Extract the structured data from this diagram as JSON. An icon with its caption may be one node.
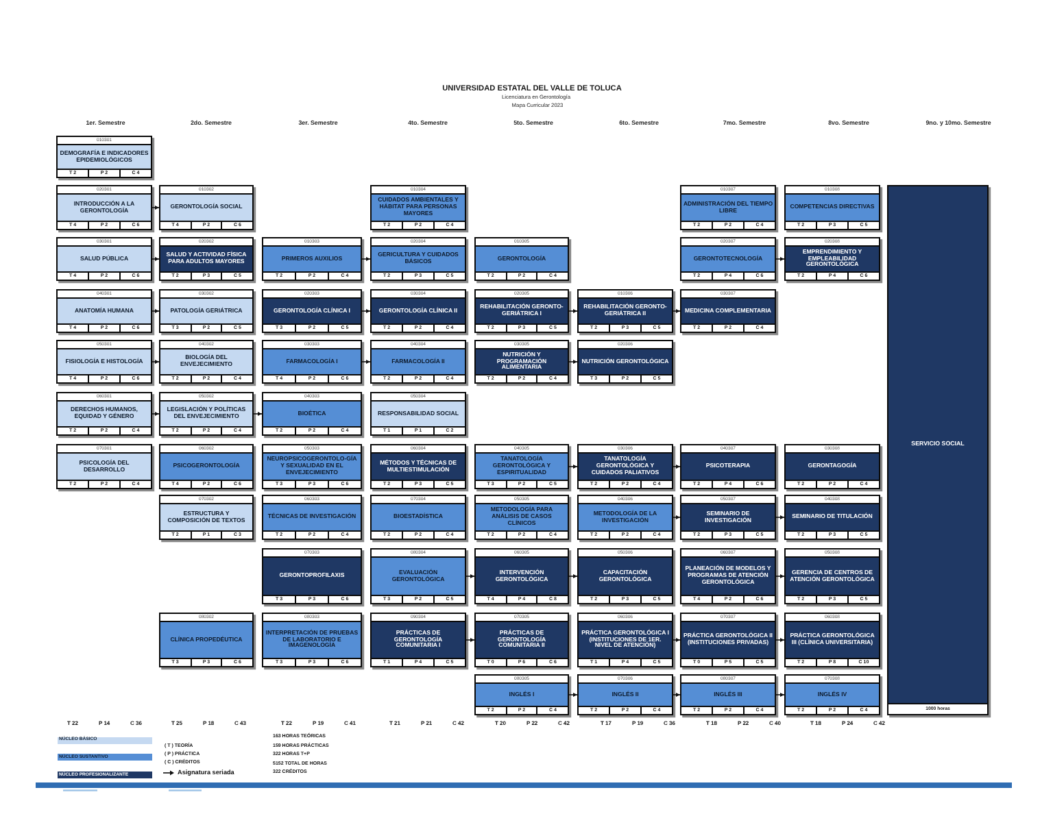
{
  "diagram": {
    "title": "UNIVERSIDAD ESTATAL DEL VALLE DE TOLUCA",
    "nodes": [
      {
        "text": [
          "010301",
          "DEMOGRAFÍA E INDICADORES EPIDEMIOLÓGICOS",
          "T 2",
          "P 2",
          "C 4"
        ]
      },
      {
        "text": [
          "020301",
          "INTRODUCCIÓN A LA GERONTOLOGÍA",
          "T 4",
          "P 2",
          "C 6"
        ]
      },
      {
        "text": [
          "010302",
          "GERONTOLOGÍA SOCIAL",
          "T 4",
          "P 2",
          "C 6"
        ]
      },
      {
        "text": [
          "010304",
          "CUIDADOS AMBIENTALES Y HÁBITAT PARA PERSONAS MAYORES",
          "T 2",
          "P 2",
          "C 4"
        ]
      },
      {
        "text": [
          "010307",
          "ADMINISTRACIÓN DEL TIEMPO LIBRE",
          "T 2",
          "P 2",
          "C 4"
        ]
      },
      {
        "text": [
          "010308",
          "COMPETENCIAS DIRECTIVAS",
          "T 2",
          "P 3",
          "C 5"
        ]
      },
      {
        "text": [
          "030301",
          "SALUD PÚBLICA",
          "T 4",
          "P 2",
          "C 6"
        ]
      },
      {
        "text": [
          "020302",
          "SALUD Y ACTIVIDAD FÍSICA PARA ADULTOS MAYORES",
          "T 2",
          "P 3",
          "C 5"
        ]
      },
      {
        "text": [
          "010303",
          "PRIMEROS AUXILIOS",
          "T 2",
          "P 2",
          "C 4"
        ]
      },
      {
        "text": [
          "020304",
          "GERICULTURA Y CUIDADOS BÁSICOS",
          "T 2",
          "P 3",
          "C 5"
        ]
      },
      {
        "text": [
          "010305",
          "GERONTOLOGÍA",
          "T 2",
          "P 2",
          "C 4"
        ]
      },
      {
        "text": [
          "020307",
          "GERONTOTECNOLOGÍA",
          "T 2",
          "P 4",
          "C 6"
        ]
      },
      {
        "text": [
          "020308",
          "EMPRENDIMIENTO Y EMPLEABILIDAD GERONTOLÓGICA",
          "T 2",
          "P 4",
          "C 6"
        ]
      },
      {
        "text": [
          "040301",
          "ANATOMÍA HUMANA",
          "T 4",
          "P 2",
          "C 6"
        ]
      },
      {
        "text": [
          "030302",
          "PATOLOGÍA GERIÁTRICA",
          "T 3",
          "P 2",
          "C 5"
        ]
      },
      {
        "text": [
          "020303",
          "GERONTOLOGÍA CLÍNICA I",
          "T 3",
          "P 2",
          "C 5"
        ]
      },
      {
        "text": [
          "030304",
          "GERONTOLOGÍA CLÍNICA II",
          "T 2",
          "P 2",
          "C 4"
        ]
      },
      {
        "text": [
          "020305",
          "REHABILITACIÓN GERONTO-GERIÁTRICA I",
          "T 2",
          "P 3",
          "C 5"
        ]
      },
      {
        "text": [
          "010306",
          "REHABILITACIÓN GERONTO-GERIÁTRICA II",
          "T 2",
          "P 3",
          "C 5"
        ]
      },
      {
        "text": [
          "030307",
          "MEDICINA COMPLEMENTARIA",
          "T 2",
          "P 2",
          "C 4"
        ]
      },
      {
        "text": [
          "050301",
          "FISIOLOGÍA E HISTOLOGÍA",
          "T 4",
          "P 2",
          "C 6"
        ]
      },
      {
        "text": [
          "040302",
          "BIOLOGÍA DEL ENVEJECIMIENTO",
          "T 2",
          "P 2",
          "C 4"
        ]
      },
      {
        "text": [
          "030303",
          "FARMACOLOGÍA I",
          "T 4",
          "P 2",
          "C 6"
        ]
      },
      {
        "text": [
          "040304",
          "FARMACOLOGÍA II",
          "T 2",
          "P 2",
          "C 4"
        ]
      },
      {
        "text": [
          "030305",
          "NUTRICIÓN Y PROGRAMACIÓN ALIMENTARIA",
          "T 2",
          "P 2",
          "C 4"
        ]
      },
      {
        "text": [
          "020306",
          "NUTRICIÓN GERONTOLÓGICA",
          "T 3",
          "P 2",
          "C 5"
        ]
      },
      {
        "text": [
          "060301",
          "DERECHOS HUMANOS, EQUIDAD Y GÉNERO",
          "T 2",
          "P 2",
          "C 4"
        ]
      },
      {
        "text": [
          "050302",
          "LEGISLACIÓN Y POLÍTICAS DEL ENVEJECIMIENTO",
          "T 2",
          "P 2",
          "C 4"
        ]
      },
      {
        "text": [
          "040303",
          "BIOÉTICA",
          "T 2",
          "P 2",
          "C 4"
        ]
      },
      {
        "text": [
          "050304",
          "RESPONSABILIDAD SOCIAL",
          "T 1",
          "P 1",
          "C 2"
        ]
      },
      {
        "text": [
          "070301",
          "PSICOLOGÍA DEL DESARROLLO",
          "T 2",
          "P 2",
          "C 4"
        ]
      },
      {
        "text": [
          "060302",
          "PSICOGERONTOLOGÍA",
          "T 4",
          "P 2",
          "C 6"
        ]
      },
      {
        "text": [
          "050303",
          "NEUROPSICOGERONTOLO-GÍA Y SEXUALIDAD EN EL ENVEJECIMIENTO",
          "T 3",
          "P 3",
          "C 6"
        ]
      },
      {
        "text": [
          "060304",
          "MÉTODOS Y TÉCNICAS DE MULTIESTIMULACIÓN",
          "T 2",
          "P 3",
          "C 5"
        ]
      },
      {
        "text": [
          "040305",
          "TANATOLOGÍA GERONTOLÓGICA Y ESPIRITUALIDAD",
          "T 3",
          "P 2",
          "C 5"
        ]
      },
      {
        "text": [
          "030306",
          "TANATOLOGÍA GERONTOLÓGICA Y CUIDADOS PALIATIVOS",
          "T 2",
          "P 2",
          "C 4"
        ]
      },
      {
        "text": [
          "040307",
          "PSICOTERAPIA",
          "T 2",
          "P 4",
          "C 6"
        ]
      },
      {
        "text": [
          "030308",
          "GERONTAGOGÍA",
          "T 2",
          "P 2",
          "C 4"
        ]
      },
      {
        "text": [
          "070302",
          "ESTRUCTURA Y COMPOSICIÓN DE TEXTOS",
          "T 2",
          "P 1",
          "C 3"
        ]
      },
      {
        "text": [
          "060303",
          "TÉCNICAS DE INVESTIGACIÓN",
          "T 2",
          "P 2",
          "C 4"
        ]
      },
      {
        "text": [
          "070304",
          "BIOESTADÍSTICA",
          "T 2",
          "P 2",
          "C 4"
        ]
      },
      {
        "text": [
          "050305",
          "METODOLOGÍA PARA ANÁLISIS DE CASOS CLÍNICOS",
          "T 2",
          "P 2",
          "C 4"
        ]
      },
      {
        "text": [
          "040306",
          "METODOLOGÍA DE LA INVESTIGACIÓN",
          "T 2",
          "P 2",
          "C 4"
        ]
      },
      {
        "text": [
          "050307",
          "SEMINARIO DE INVESTIGACIÓN",
          "T 2",
          "P 3",
          "C 5"
        ]
      },
      {
        "text": [
          "040308",
          "SEMINARIO DE TITULACIÓN",
          "T 2",
          "P 3",
          "C 5"
        ]
      },
      {
        "text": [
          "070303",
          "GERONTOPROFILAXIS",
          "T 3",
          "P 3",
          "C 6"
        ]
      },
      {
        "text": [
          "080304",
          "EVALUACIÓN GERONTOLÓGICA",
          "T 3",
          "P 2",
          "C 5"
        ]
      },
      {
        "text": [
          "060305",
          "INTERVENCIÓN GERONTOLÓGICA",
          "T 4",
          "P 4",
          "C 8"
        ]
      },
      {
        "text": [
          "050306",
          "CAPACITACIÓN GERONTOLÓGICA",
          "T 2",
          "P 3",
          "C 5"
        ]
      },
      {
        "text": [
          "060307",
          "PLANEACIÓN DE MODELOS Y PROGRAMAS DE ATENCIÓN GERONTOLÓGICA",
          "T 4",
          "P 2",
          "C 6"
        ]
      },
      {
        "text": [
          "050308",
          "GERENCIA DE CENTROS DE ATENCIÓN GERONTOLÓGICA",
          "T 2",
          "P 3",
          "C 5"
        ]
      },
      {
        "text": [
          "080302",
          "CLÍNICA PROPEDÉUTICA",
          "T 3",
          "P 3",
          "C 6"
        ]
      },
      {
        "text": [
          "080303",
          "INTERPRETACIÓN DE PRUEBAS DE LABORATORIO E IMAGENOLOGÍA",
          "T 3",
          "P 3",
          "C 6"
        ]
      },
      {
        "text": [
          "090304",
          "PRÁCTICAS DE GERONTOLOGÍA COMUNITARIA I",
          "T 1",
          "P 4",
          "C 5"
        ]
      },
      {
        "text": [
          "070305",
          "PRÁCTICAS DE GERONTOLOGÍA COMUNITARIA II",
          "T 0",
          "P 6",
          "C 6"
        ]
      },
      {
        "text": [
          "060306",
          "PRÁCTICA GERONTOLÓGICA I (INSTITUCIONES DE 1ER. NIVEL DE ATENCIÓN)",
          "T 1",
          "P 4",
          "C 5"
        ]
      },
      {
        "text": [
          "070307",
          "PRÁCTICA GERONTOLÓGICA II (INSTITUCIONES PRIVADAS)",
          "T 0",
          "P 5",
          "C 5"
        ]
      },
      {
        "text": [
          "060308",
          "PRÁCTICA GERONTOLÓGICA III (CLÍNICA UNIVERSITARIA)",
          "T 2",
          "P 8",
          "C 10"
        ]
      },
      {
        "text": [
          "080305",
          "INGLÉS I",
          "T 2",
          "P 2",
          "C 4"
        ]
      },
      {
        "text": [
          "070306",
          "INGLÉS II",
          "T 2",
          "P 2",
          "C 4"
        ]
      },
      {
        "text": [
          "080307",
          "INGLÉS III",
          "T 2",
          "P 2",
          "C 4"
        ]
      },
      {
        "text": [
          "070308",
          "INGLÉS IV",
          "T 2",
          "P 2",
          "C 4"
        ]
      },
      {
        "text": [
          "SERVICIO SOCIAL",
          "1000 horas"
        ]
      }
    ],
    "edges": [
      {
        "from": 1,
        "to": 2,
        "arrow": "to"
      },
      {
        "from": 6,
        "to": 7,
        "arrow": "to"
      },
      {
        "from": 8,
        "to": 9,
        "arrow": "to"
      },
      {
        "from": 11,
        "to": 12,
        "arrow": "to"
      },
      {
        "from": 13,
        "to": 14,
        "arrow": "to"
      },
      {
        "from": 15,
        "to": 16,
        "arrow": "to"
      },
      {
        "from": 17,
        "to": 18,
        "arrow": "to"
      },
      {
        "from": 18,
        "to": 19,
        "arrow": "to"
      },
      {
        "from": 20,
        "to": 21,
        "arrow": "to"
      },
      {
        "from": 22,
        "to": 23,
        "arrow": "to"
      },
      {
        "from": 24,
        "to": 25,
        "arrow": "to"
      },
      {
        "from": 26,
        "to": 27,
        "arrow": "to"
      },
      {
        "from": 27,
        "to": 28,
        "arrow": "to"
      },
      {
        "from": 34,
        "to": 35,
        "arrow": "to"
      },
      {
        "from": 35,
        "to": 36,
        "arrow": "to"
      },
      {
        "from": 42,
        "to": 43,
        "arrow": "to"
      },
      {
        "from": 43,
        "to": 44,
        "arrow": "to"
      },
      {
        "from": 46,
        "to": 47,
        "arrow": "to"
      },
      {
        "from": 47,
        "to": 48,
        "arrow": "to"
      },
      {
        "from": 49,
        "to": 50,
        "arrow": "to"
      },
      {
        "from": 53,
        "to": 54,
        "arrow": "to"
      },
      {
        "from": 55,
        "to": 56,
        "arrow": "to"
      },
      {
        "from": 56,
        "to": 57,
        "arrow": "to"
      },
      {
        "from": 58,
        "to": 59,
        "arrow": "to"
      },
      {
        "from": 59,
        "to": 60,
        "arrow": "to"
      },
      {
        "from": 60,
        "to": 61,
        "arrow": "to"
      }
    ],
    "labels": [
      "Licenciatura en Gerontología",
      "Mapa Curricular 2023",
      "1er. Semestre",
      "2do. Semestre",
      "3er. Semestre",
      "4to. Semestre",
      "5to. Semestre",
      "6to. Semestre",
      "7mo. Semestre",
      "8vo. Semestre",
      "9no. y 10mo. Semestre",
      "T 22",
      "P 14",
      "C 36",
      "T 25",
      "P 18",
      "C 43",
      "T 22",
      "P 19",
      "C 41",
      "T 21",
      "P 21",
      "C 42",
      "T 20",
      "P 22",
      "C 42",
      "T 17",
      "P 19",
      "C 36",
      "T 18",
      "P 22",
      "C 40",
      "T 18",
      "P 24",
      "C 42",
      "( T ) TEORÍA",
      "( P ) PRÁCTICA",
      "( C ) CRÉDITOS",
      "163 HORAS TEÓRICAS",
      "159 HORAS PRÁCTICAS",
      "322 HORAS T+P",
      "5152 TOTAL DE HORAS",
      "322 CRÉDITOS"
    ],
    "legend": [
      {
        "text": "NÚCLEO BÁSICO",
        "color": "#c5d9f1"
      },
      {
        "text": "NÚCLEO SUSTANTIVO",
        "color": "#558ed5"
      },
      {
        "text": "NÚCLEO PROFESIONALIZANTE",
        "color": "#1f3864"
      },
      {
        "text": "Asignatura seriada"
      }
    ]
  }
}
